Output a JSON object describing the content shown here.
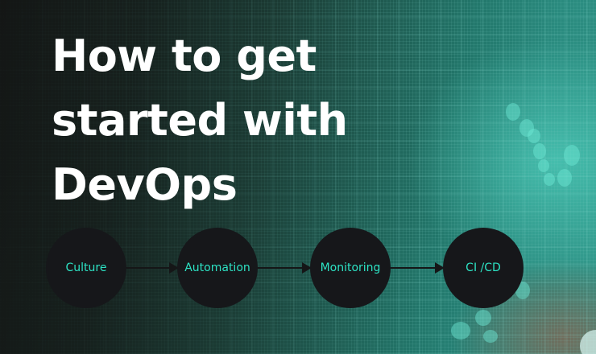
{
  "title": {
    "lines": [
      "How to get",
      "started with",
      "DevOps"
    ]
  },
  "flow": {
    "steps": [
      {
        "label": "Culture"
      },
      {
        "label": "Automation"
      },
      {
        "label": "Monitoring"
      },
      {
        "label": "CI /CD"
      }
    ],
    "colors": {
      "node_fill": "#16171a",
      "label": "#2de2c4",
      "arrow": "#151617"
    }
  },
  "colors": {
    "background_dark": "#141615",
    "background_teal": "#2a8a7e",
    "title_text": "#ffffff"
  }
}
